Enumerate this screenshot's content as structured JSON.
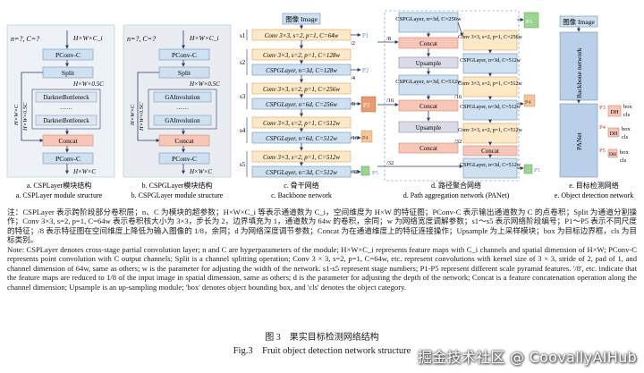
{
  "panel_a": {
    "params": "n=?, C=?",
    "input_dim": "H×W×C_i",
    "pconv_top": "PConv-C",
    "split": "Split",
    "dim_split": "H×W×0.5C",
    "darknet1": "DarknetBottleneck",
    "dots": "……",
    "darknet2": "DarknetBottleneck",
    "side1": "H×W×C",
    "side2": "H×W×0.5C",
    "concat": "Concat",
    "pconv_bottom": "PConv-C",
    "output_dim": "H×W×C",
    "caption_cn": "a. CSPLayer模块结构",
    "caption_en": "a. CSPLayer module structure"
  },
  "panel_b": {
    "params": "n=?, C=?",
    "input_dim": "H×W×C_i",
    "pconv_top": "PConv-C",
    "split": "Split",
    "dim_split": "H×W×0.5C",
    "gain1": "GAInvolution",
    "dots": "……",
    "gain2": "GAInvolution",
    "side1": "H×W×C",
    "side2": "H×W×0.5C",
    "concat": "Concat",
    "pconv_bottom": "PConv-C",
    "output_dim": "H×W×C",
    "caption_cn": "b. CSPGLayer模块结构",
    "caption_en": "b. CSPGLayer module structure"
  },
  "panel_c": {
    "image": "图像 Image",
    "stages": [
      "s1",
      "s2",
      "s3",
      "s4",
      "s5"
    ],
    "layers": [
      "Conv 3×3, s=2, p=1, C=64w",
      "Conv 3×3, s=2, p=1, C=128w",
      "CSPGLayer, n=3d, C=128w",
      "Conv 3×3, s=2, p=1, C=256w",
      "CSPGLayer, n=6d, C=256w",
      "Conv 3×3, s=2, p=1, C=512w",
      "CSPGLayer, n=6d, C=512w",
      "Conv 3×3, s=2, p=1, C=512w",
      "CSPGLayer, n=3d, C=512w"
    ],
    "scales": [
      "/2",
      "/4",
      "/8",
      "/16",
      "/32"
    ],
    "p_labels": [
      "P1",
      "P2",
      "P3",
      "P4",
      "P5"
    ],
    "caption_cn": "c. 骨干网络",
    "caption_en": "c. Backbone network"
  },
  "panel_d": {
    "top_layer": "CSPGLayer, n=3d, C=256w",
    "conv1": "Conv 3×3, s=2, p=1, C=256w",
    "concat1": "Concat",
    "layer2": "CSPGLayer, n=3d, C=512w",
    "upsample1": "Upsample",
    "conv2": "Conv 3×3, s=2, p=1, C=512w",
    "layer3": "CSPGLayer, n=3d, C=512w",
    "concat2": "Concat",
    "layer4": "CSPGLayer, n=3d, C=512w",
    "upsample2": "Upsample",
    "conv3": "Conv 3×3, s=2, p=1, C=512w",
    "concat3": "Concat",
    "concat4": "Concat",
    "layer5": "CSPGLayer, n=3d, C=512w",
    "scales": [
      "/8",
      "/16",
      "/32",
      "/16",
      "/32"
    ],
    "p_labels": [
      "P3",
      "P4",
      "P5"
    ],
    "caption_cn": "d. 路径聚合网络",
    "caption_en": "d. Path aggregation network (PANet)"
  },
  "panel_e": {
    "image": "图像 Image",
    "backbone": "Backbone network",
    "panet": "PANet",
    "p_labels": [
      "P3",
      "P4",
      "P5"
    ],
    "dh": "DH",
    "box": "box",
    "cls": "cls",
    "caption_cn": "e. 目标检测网络",
    "caption_en": "e. Object detection network"
  },
  "notes": {
    "cn": "注：CSPLayer 表示跨阶段部分卷积层；n、C 为模块的超参数；H×W×C_i 等表示通道数为 C_i，空间维度为 H×W 的特征图；PConv-C 表示输出通道数为 C 的点卷积；Split 为通道分割操作；Conv 3×3, s=2, p=1, C=64w 表示卷积核大小为 3×3，步长为 2，边界填充为 1，通道数为 64w 的卷积，余同；w 为网络宽度调解参数；s1～s5 表示网络阶段编号；P1～P5 表示不同尺度的特征；/8 表示特征图在空间维度上降低为输入图像的 1/8，余同；d 为网络深度调节参数；Concat 为在通道维度上的特征连接操作；Upsample 为上采样模块；box 为目标边界框，cls 为目标类别。",
    "en": "Note: CSPLayer denotes cross-stage partial convolution layer; n and C are hyperparameters of the module; H×W×C_i represents feature maps with C_i channels and spatial dimension of H×W; PConv-C represents point convolution with C output channels; Split is a channel splitting operation; Conv 3 × 3, s=2, p=1, C=64w, etc. represent convolutions with kernel size of 3 × 3, stride of 2, pad of 1, and channel dimension of 64w, same as others; w is the parameter for adjusting the width of the network. s1-s5 represent stage numbers; P1-P5 represent different scale pyramid features. '/8', etc. indicate that the feature maps are reduced to 1/8 of the input image in spatial dimension, same as others; d is the parameter for adjusting the depth of the network; Concat is a feature concatenation operation along the channel dimension; Upsample is an up-sampling module; 'box' denotes object bounding box, and 'cls' denotes the object category."
  },
  "caption": {
    "cn": "图 3　果实目标检测网络结构",
    "en": "Fig.3　Fruit object detection network structure"
  },
  "watermark": "掘金技术社区 @ CoovallyAIHub",
  "colors": {
    "conv_fill": "#fde8c8",
    "conv_stroke": "#e0a458",
    "gain_fill": "#cfe0f0",
    "gain_stroke": "#6f93bb",
    "concat_fill": "#f6c7b8",
    "concat_stroke": "#d9846a",
    "panel_a_bg": "#eef2f7",
    "panel_b_bg": "#e9edf2",
    "p3": "#e89a6a",
    "p4": "#f2c79b",
    "p5": "#9bd58f",
    "arrow": "#2b3b66"
  }
}
